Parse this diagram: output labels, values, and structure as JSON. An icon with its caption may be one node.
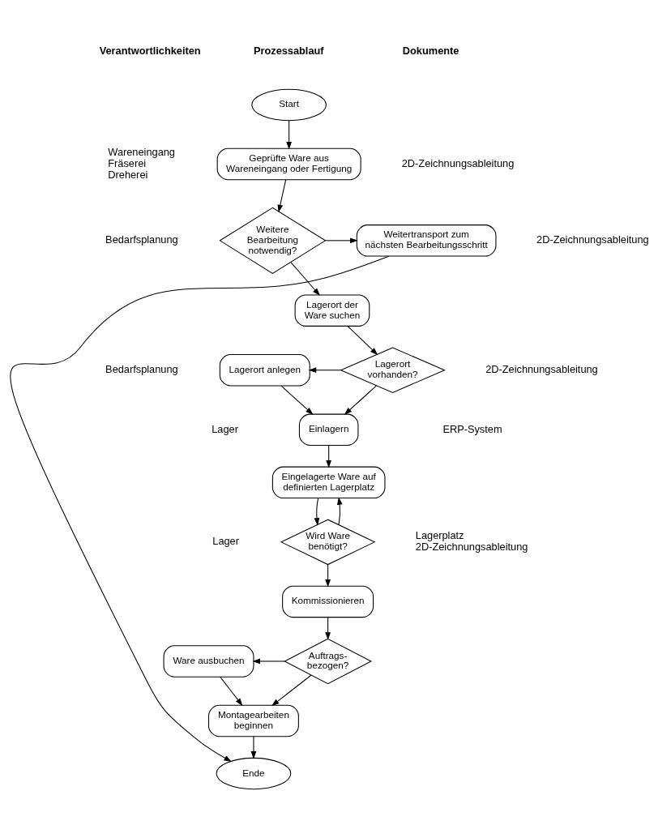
{
  "diagram": {
    "nodes": [
      {
        "text": [
          "Start"
        ]
      },
      {
        "text": [
          "Geprüfte Ware aus Wareneingang oder Fertigung"
        ]
      },
      {
        "text": [
          "Weitere Bearbeitung notwendig?"
        ]
      },
      {
        "text": [
          "Weitertransport zum nächsten Bearbeitungsschritt"
        ]
      },
      {
        "text": [
          "Lagerort der Ware suchen"
        ]
      },
      {
        "text": [
          "Lagerort vorhanden?"
        ]
      },
      {
        "text": [
          "Lagerort anlegen"
        ]
      },
      {
        "text": [
          "Einlagern"
        ]
      },
      {
        "text": [
          "Eingelagerte Ware auf definierten Lagerplatz"
        ]
      },
      {
        "text": [
          "Wird Ware benötigt?"
        ]
      },
      {
        "text": [
          "Kommissionieren"
        ]
      },
      {
        "text": [
          "Auftrags- bezogen?"
        ]
      },
      {
        "text": [
          "Ware ausbuchen"
        ]
      },
      {
        "text": [
          "Montagearbeiten beginnen"
        ]
      },
      {
        "text": [
          "Ende"
        ]
      }
    ],
    "edges": [
      {
        "from": 0,
        "to": 1,
        "arrow": "to"
      },
      {
        "from": 1,
        "to": 2,
        "arrow": "to"
      },
      {
        "from": 2,
        "to": 3,
        "arrow": "to"
      },
      {
        "from": 2,
        "to": 4,
        "arrow": "to"
      },
      {
        "from": 3,
        "to": 14,
        "arrow": "to"
      },
      {
        "from": 4,
        "to": 5,
        "arrow": "to"
      },
      {
        "from": 5,
        "to": 6,
        "arrow": "to"
      },
      {
        "from": 5,
        "to": 7,
        "arrow": "to"
      },
      {
        "from": 6,
        "to": 7,
        "arrow": "to"
      },
      {
        "from": 7,
        "to": 8,
        "arrow": "to"
      },
      {
        "from": 8,
        "to": 9,
        "arrow": "to"
      },
      {
        "from": 9,
        "to": 8,
        "arrow": "to"
      },
      {
        "from": 9,
        "to": 10,
        "arrow": "to"
      },
      {
        "from": 10,
        "to": 11,
        "arrow": "to"
      },
      {
        "from": 11,
        "to": 12,
        "arrow": "to"
      },
      {
        "from": 11,
        "to": 13,
        "arrow": "to"
      },
      {
        "from": 12,
        "to": 13,
        "arrow": "to"
      },
      {
        "from": 13,
        "to": 14,
        "arrow": "to"
      }
    ],
    "labels": [
      "Verantwortlichkeiten",
      "Prozessablauf",
      "Dokumente",
      "Wareneingang",
      "Fräserei",
      "Dreherei",
      "2D-Zeichnungsableitung",
      "Bedarfsplanung",
      "2D-Zeichnungsableitung",
      "Bedarfsplanung",
      "2D-Zeichnungsableitung",
      "Lager",
      "ERP-System",
      "Lager",
      "Lagerplatz",
      "2D-Zeichnungsableitung"
    ]
  }
}
